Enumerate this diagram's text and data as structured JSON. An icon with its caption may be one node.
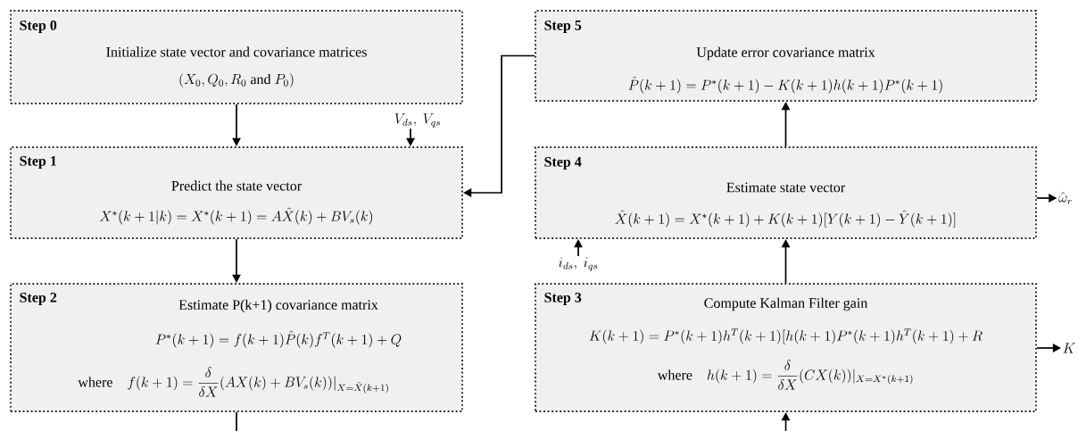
{
  "diagram": {
    "nodes": [
      {
        "text": [
          "Step 0",
          "Initialize state vector and covariance matrices",
          "(X_0, Q_0, R_0\\ \\mathrm{and}\\ P_0)"
        ]
      },
      {
        "text": [
          "Step 1",
          "Predict the state vector",
          "X^*(k+1|k)=X^*(k+1)=A\\hat{X}(k)+BV_s(k)"
        ]
      },
      {
        "text": [
          "Step 2",
          "Estimate P(k+1) covariance matrix",
          "P^*(k+1)=f(k+1)\\hat{P}(k)f^T(k+1)+Q",
          "\\mathrm{where}\\quad f(k+1)=\\frac{\\delta}{\\delta X}(AX(k)+BV_s(k))|_{X=\\hat{X}(k+1)}"
        ]
      },
      {
        "text": [
          "Step 3",
          "Compute Kalman Filter gain",
          "K(k+1)=P^*(k+1)h^T(k+1)[h(k+1)P^*(k+1)h^T(k+1)+R",
          "\\mathrm{where}\\quad h(k+1)=\\frac{\\delta}{\\delta X}(CX(k))|_{X=X^*(k+1)}"
        ]
      },
      {
        "text": [
          "Step 4",
          "Estimate state vector",
          "\\hat{X}(k+1)=X^*(k+1)+K(k+1)[Y(k+1)-\\hat{Y}(k+1)]"
        ]
      },
      {
        "text": [
          "Step 5",
          "Update error covariance matrix",
          "\\hat{P}(k+1)=P^*(k+1)-K(k+1)h(k+1)P^*(k+1)"
        ]
      },
      {
        "text": [
          "V_{ds},\\ V_{qs}"
        ]
      },
      {
        "text": [
          "i_{ds},\\ i_{qs}"
        ]
      },
      {
        "text": [
          "\\hat{\\omega}_r"
        ]
      },
      {
        "text": [
          "K"
        ]
      }
    ],
    "edges": [
      {
        "from": 0,
        "to": 1,
        "arrow": "to"
      },
      {
        "from": 1,
        "to": 2,
        "arrow": "to"
      },
      {
        "from": 2,
        "to": null,
        "arrow": "none"
      },
      {
        "from": null,
        "to": 3,
        "arrow": "to"
      },
      {
        "from": 3,
        "to": 4,
        "arrow": "to"
      },
      {
        "from": 4,
        "to": 5,
        "arrow": "to"
      },
      {
        "from": 5,
        "to": 1,
        "arrow": "to"
      },
      {
        "from": 6,
        "to": 1,
        "arrow": "to"
      },
      {
        "from": 7,
        "to": 4,
        "arrow": "to"
      },
      {
        "from": 4,
        "to": 8,
        "arrow": "to"
      },
      {
        "from": 3,
        "to": 9,
        "arrow": "to"
      }
    ]
  }
}
